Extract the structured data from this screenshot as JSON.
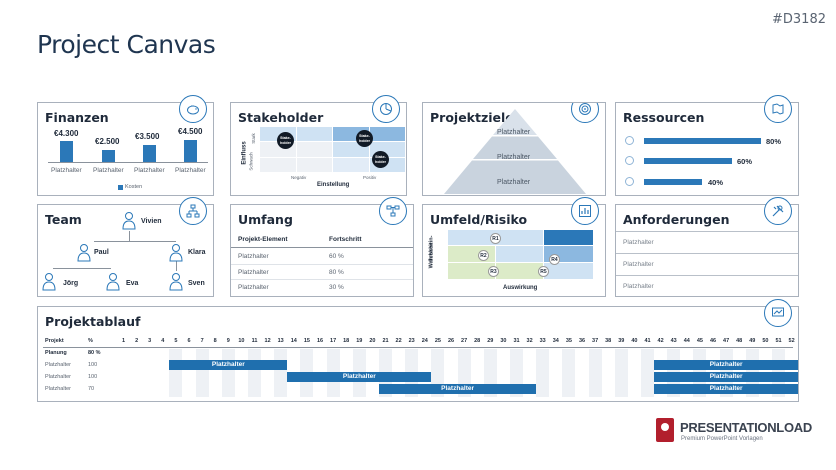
{
  "tag": "#D3182",
  "title": "Project Canvas",
  "finanzen": {
    "title": "Finanzen",
    "values": [
      "€4.300",
      "€2.500",
      "€3.500",
      "€4.500"
    ],
    "bar_fractions": [
      1.0,
      0.58,
      0.81,
      1.05
    ],
    "categories": [
      "Platzhalter",
      "Platzhalter",
      "Platzhalter",
      "Platzhalter"
    ],
    "legend": "Kosten"
  },
  "stakeholder": {
    "title": "Stakeholder",
    "ylabel": "Einfluss",
    "y_high": "Stark",
    "y_low": "Schwach",
    "xlabel": "Einstellung",
    "x_low": "Negativ",
    "x_high": "Positiv",
    "dots": [
      "Stake-holder",
      "Stake-holder",
      "Stake-holder"
    ]
  },
  "projektziele": {
    "title": "Projektziele",
    "levels": [
      "Platzhalter",
      "Platzhalter",
      "Platzhalter"
    ]
  },
  "ressourcen": {
    "title": "Ressourcen",
    "items": [
      {
        "pct": "80%",
        "value": 0.8,
        "icon": "clock-icon"
      },
      {
        "pct": "60%",
        "value": 0.6,
        "icon": "gear-icon"
      },
      {
        "pct": "40%",
        "value": 0.4,
        "icon": "euro-icon"
      }
    ]
  },
  "team": {
    "title": "Team",
    "members": [
      "Vivien",
      "Paul",
      "Klara",
      "Jörg",
      "Eva",
      "Sven"
    ]
  },
  "umfang": {
    "title": "Umfang",
    "col1": "Projekt-Element",
    "col2": "Fortschritt",
    "rows": [
      {
        "name": "Platzhalter",
        "pct": "60 %"
      },
      {
        "name": "Platzhalter",
        "pct": "80 %"
      },
      {
        "name": "Platzhalter",
        "pct": "30 %"
      }
    ]
  },
  "umfeld": {
    "title": "Umfeld/Risiko",
    "ylabel_1": "Wahrschein-",
    "ylabel_2": "lichkeit",
    "xlabel": "Auswirkung",
    "risks": [
      "R1",
      "R2",
      "R3",
      "R4",
      "R5"
    ]
  },
  "anforderungen": {
    "title": "Anforderungen",
    "rows": [
      "Platzhalter",
      "Platzhalter",
      "Platzhalter"
    ]
  },
  "projektablauf": {
    "title": "Projektablauf",
    "col_project": "Projekt",
    "col_pct": "%",
    "weeks": [
      "1",
      "2",
      "3",
      "4",
      "5",
      "6",
      "7",
      "8",
      "9",
      "10",
      "11",
      "12",
      "13",
      "14",
      "15",
      "16",
      "17",
      "18",
      "19",
      "20",
      "21",
      "22",
      "23",
      "24",
      "25",
      "26",
      "27",
      "28",
      "29",
      "30",
      "31",
      "32",
      "33",
      "34",
      "35",
      "36",
      "37",
      "38",
      "39",
      "40",
      "41",
      "42",
      "43",
      "44",
      "45",
      "46",
      "47",
      "48",
      "49",
      "50",
      "51",
      "52"
    ],
    "rows": [
      {
        "name": "Planung",
        "pct": "80 %"
      },
      {
        "name": "Platzhalter",
        "pct": "100"
      },
      {
        "name": "Platzhalter",
        "pct": "100"
      },
      {
        "name": "Platzhalter",
        "pct": "70"
      }
    ],
    "bars": [
      {
        "row": 1,
        "start": 5,
        "end": 13,
        "label": "Platzhalter"
      },
      {
        "row": 1,
        "start": 42,
        "end": 52,
        "label": "Platzhalter"
      },
      {
        "row": 2,
        "start": 14,
        "end": 24,
        "label": "Platzhalter"
      },
      {
        "row": 2,
        "start": 42,
        "end": 52,
        "label": "Platzhalter"
      },
      {
        "row": 3,
        "start": 21,
        "end": 32,
        "label": "Platzhalter"
      },
      {
        "row": 3,
        "start": 42,
        "end": 52,
        "label": "Platzhalter"
      }
    ]
  },
  "logo": {
    "name": "PRESENTATIONLOAD",
    "sub": "Premium PowerPoint Vorlagen"
  },
  "colors": {
    "accent": "#2b78b8",
    "dark_bar": "#1f6fae",
    "light_blue": "#cfe2f3",
    "mid_blue": "#8cb8e0",
    "light_green": "#dcebc8",
    "logo_red": "#b21f2d"
  }
}
